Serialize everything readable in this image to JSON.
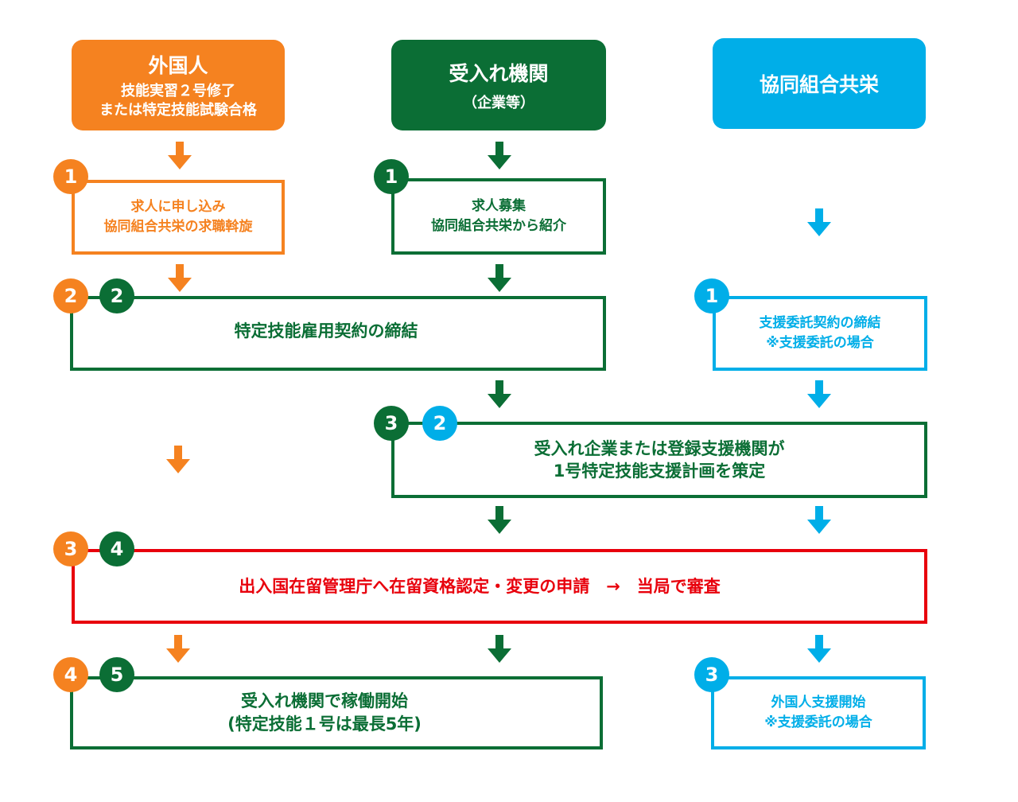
{
  "colors": {
    "orange": "#f58220",
    "green": "#0b6e35",
    "blue": "#00aee8",
    "red": "#e8000c"
  },
  "headers": {
    "foreigner": {
      "title": "外国人",
      "line1": "技能実習２号修了",
      "line2": "または特定技能試験合格"
    },
    "company": {
      "title": "受入れ機関",
      "sub": "（企業等）"
    },
    "coop": {
      "title": "協同組合共栄"
    }
  },
  "steps": {
    "foreigner_job": {
      "num": "1",
      "line1": "求人に申し込み",
      "line2": "協同組合共栄の求職斡旋"
    },
    "company_recruit": {
      "num": "1",
      "line1": "求人募集",
      "line2": "協同組合共栄から紹介"
    },
    "contract": {
      "num_a": "2",
      "num_b": "2",
      "text": "特定技能雇用契約の締結"
    },
    "support_contract": {
      "num": "1",
      "line1": "支援委託契約の締結",
      "line2": "※支援委託の場合"
    },
    "plan": {
      "num_a": "3",
      "num_b": "2",
      "line1": "受入れ企業または登録支援機関が",
      "line2": "1号特定技能支援計画を策定"
    },
    "application": {
      "num_a": "3",
      "num_b": "4",
      "text": "出入国在留管理庁へ在留資格認定・変更の申請　→　当局で審査"
    },
    "start_work": {
      "num_a": "4",
      "num_b": "5",
      "line1": "受入れ機関で稼働開始",
      "line2": "(特定技能１号は最長5年)"
    },
    "support_start": {
      "num": "3",
      "line1": "外国人支援開始",
      "line2": "※支援委託の場合"
    }
  }
}
